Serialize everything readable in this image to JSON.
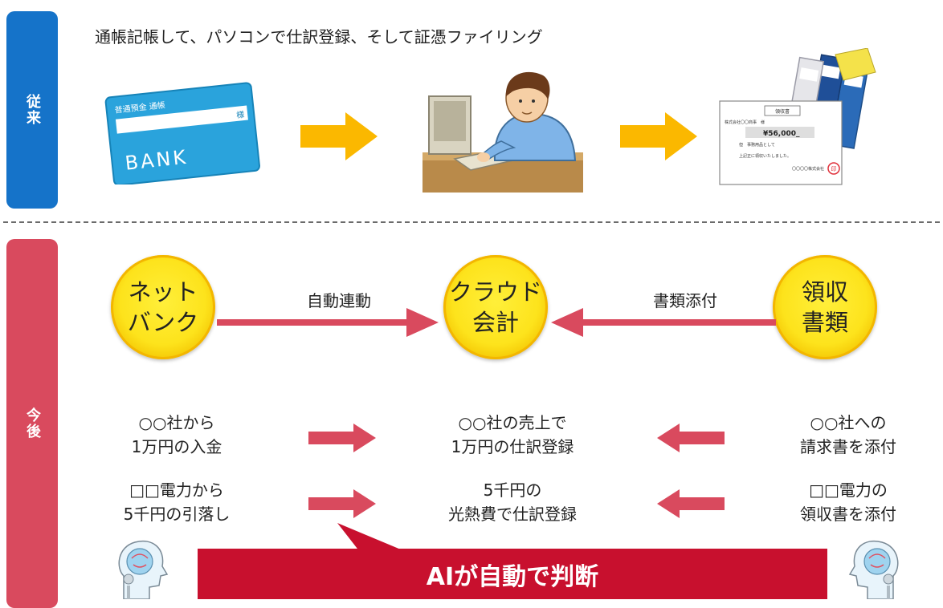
{
  "traditional": {
    "label": "従来",
    "caption": "通帳記帳して、パソコンで仕訳登録、そして証憑ファイリング",
    "passbook": {
      "title": "普通預金 通帳",
      "name_mark": "様",
      "bank": "BANK"
    },
    "receipt": {
      "title": "領収書",
      "addressee": "株式会社〇〇商事　様",
      "amount": "¥56,000_",
      "note1": "但　事務用品として",
      "note2": "上記正に領収いたしました。",
      "issuer": "〇〇〇〇株式会社",
      "stamp": "印"
    }
  },
  "future": {
    "label": "今後",
    "nodes": {
      "netbank": {
        "line1": "ネット",
        "line2": "バンク"
      },
      "cloud": {
        "line1": "クラウド",
        "line2": "会計"
      },
      "receipts": {
        "line1": "領収",
        "line2": "書類"
      }
    },
    "arrow_labels": {
      "auto_link": "自動連動",
      "attach": "書類添付"
    },
    "rows": [
      {
        "left_1": "○○社から",
        "left_2": "1万円の入金",
        "mid_1": "○○社の売上で",
        "mid_2": "1万円の仕訳登録",
        "right_1": "○○社への",
        "right_2": "請求書を添付"
      },
      {
        "left_1": "□□電力から",
        "left_2": "5千円の引落し",
        "mid_1": "5千円の",
        "mid_2": "光熱費で仕訳登録",
        "right_1": "□□電力の",
        "right_2": "領収書を添付"
      }
    ],
    "banner": "AIが自動で判断"
  },
  "icons": [
    "passbook-illustration",
    "right-arrow-icon",
    "person-computer-illustration",
    "receipt-binders-illustration",
    "ai-head-icon"
  ],
  "colors": {
    "blue_tab": "#1573c9",
    "red_tab": "#d94a5e",
    "orange_arrow": "#fbb800",
    "pink_arrow": "#d94a5e",
    "banner": "#c8102e",
    "circle": "#fde31c"
  }
}
